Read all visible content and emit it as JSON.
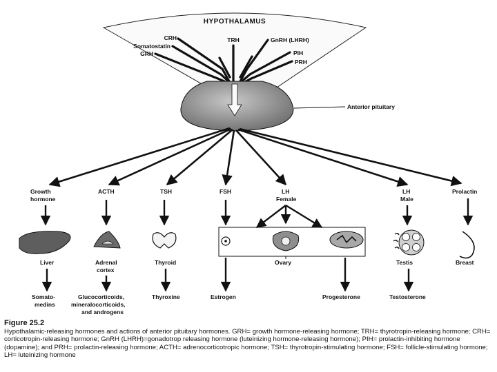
{
  "hypothalamus": {
    "title": "HYPOTHALAMUS",
    "left_hormones": [
      "CRH",
      "Somatostatin",
      "GRH"
    ],
    "center_hormone": "TRH",
    "right_hormones": [
      "GnRH (LHRH)",
      "PIH",
      "PRH"
    ]
  },
  "pituitary": {
    "label": "Anterior pituitary"
  },
  "targets": [
    {
      "name": [
        "Growth",
        "hormone"
      ],
      "organ": "Liver",
      "product": [
        "Somato-",
        "medins"
      ]
    },
    {
      "name": [
        "ACTH"
      ],
      "organ": "Adrenal cortex",
      "product": [
        "Glucocorticoids,",
        "mineralocorticoids,",
        "and androgens"
      ]
    },
    {
      "name": [
        "TSH"
      ],
      "organ": "Thyroid",
      "product": [
        "Thyroxine"
      ]
    },
    {
      "name": [
        "FSH"
      ],
      "product": [
        "Estrogen"
      ]
    },
    {
      "name": [
        "LH",
        "Female"
      ],
      "organ": "Ovary",
      "product": [
        "Progesterone"
      ]
    },
    {
      "name": [
        "LH",
        "Male"
      ],
      "organ": "Testis",
      "product": [
        "Testosterone"
      ]
    },
    {
      "name": [
        "Prolactin"
      ],
      "organ": "Breast"
    }
  ],
  "caption": {
    "figure": "Figure 25.2",
    "lines": [
      "Hypothalamic-releasing hormones and actions of anterior pituitary hormones. GRH= growth hormone-releasing",
      "hormone; TRH= thyrotropin-releasing hormone; CRH= corticotropin-releasing hormone; GnRH (LHRH)=gonadotrop",
      "releasing hormone (luteinizing hormone-releasing hormone); PIH= prolactin-inhibiting hormone (dopamine);",
      "and PRH= prolactin-releasing hormone; ACTH= adrenocorticotropic hormone; TSH= thyrotropin-stimulating",
      "hormone; FSH= follicle-stimulating hormone; LH= luteinizing hormone"
    ]
  },
  "colors": {
    "ink": "#111111",
    "gland_fill": "#9a9a9a",
    "organ_fill": "#6b6b6b"
  }
}
